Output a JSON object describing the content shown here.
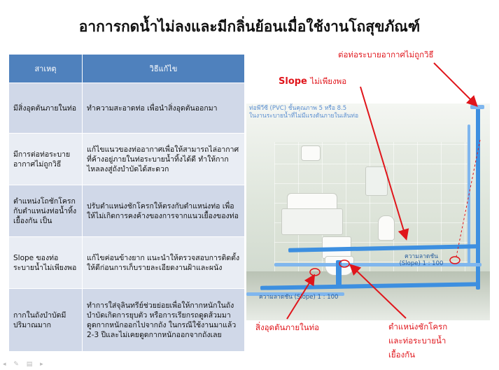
{
  "title": "อาการกดน้ำไม่ลงและมีกลิ่นย้อนเมื่อใช้งานโถสุขภัณฑ์",
  "table": {
    "headers": [
      "สาเหตุ",
      "วิธีแก้ไข"
    ],
    "rows": [
      {
        "cause": "มีสิ่งอุดตันภายในท่อ",
        "fix": "ทำความสะอาดท่อ เพื่อนำสิ่งอุดตันออกมา"
      },
      {
        "cause": "มีการต่อท่อระบายอากาศไม่ถูกวิธี",
        "fix": "แก้ไขแนวของท่ออากาศเพื่อให้สามารถไล่อากาศที่ค้างอยู่ภายในท่อระบายน้ำทิ้งได้ดี ทำให้กากไหลลงสู่ถังบำบัดได้สะดวก"
      },
      {
        "cause": "ตำแหน่งโถชักโครกกับตำแหน่งท่อน้ำทิ้งเยื้องกัน เป็น",
        "fix": "ปรับตำแหน่งชักโครกให้ตรงกับตำแหน่งท่อ เพื่อให้ไม่เกิดการคงค้างของการจากแนวเยื้องของท่อ"
      },
      {
        "cause": "Slope ของท่อระบายน้ำไม่เพียงพอ",
        "fix": "แก้ไขค่อนข้างยาก แนะนำให้ตรวจสอบการติดตั้งให้ดีก่อนการเก็บรายละเอียดงานฝ้าและผนัง"
      },
      {
        "cause": "กากในถังบำบัดมีปริมาณมาก",
        "fix": "ทำการใส่จุลินทรีย์ช่วยย่อยเพื่อให้กากหนักในถังบำบัดเกิดการยุบตัว หรือการเรียกรถดูดส้วมมาดูดกากหนักออกไปจากถัง ในกรณีใช้งานมาแล้ว 2-3 ปีและไม่เคยดูดกากหนักออกจากถังเลย"
      }
    ]
  },
  "illustration": {
    "caption_line1": "ท่อพีวีซี (PVC) ชั้นคุณภาพ 5 หรือ 8.5",
    "caption_line2": "ในงานระบายน้ำที่ไม่มีแรงดันภายในเส้นท่อ",
    "slope_label_1": "ความลาดชัน",
    "slope_label_1b": "(Slope) 1 : 100",
    "slope_label_2": "ความลาดชัน (Slope) 1 : 100"
  },
  "annotations": {
    "vent": "ต่อท่อระบายอากาศไม่ถูกวิธี",
    "slope_prefix": "Slope",
    "slope_suffix": "ไม่เพียงพอ",
    "blockage": "สิ่งอุดตันภายในท่อ",
    "toilet_line1": "ตำแหน่งชักโครก",
    "toilet_line2": "และท่อระบายน้ำ",
    "toilet_line3": "เยื้องกัน"
  },
  "colors": {
    "header_bg": "#4f81bd",
    "row_odd": "#d0d8e8",
    "row_even": "#e9edf4",
    "annotation": "#e0151b",
    "pipe": "#3d8fe0"
  }
}
